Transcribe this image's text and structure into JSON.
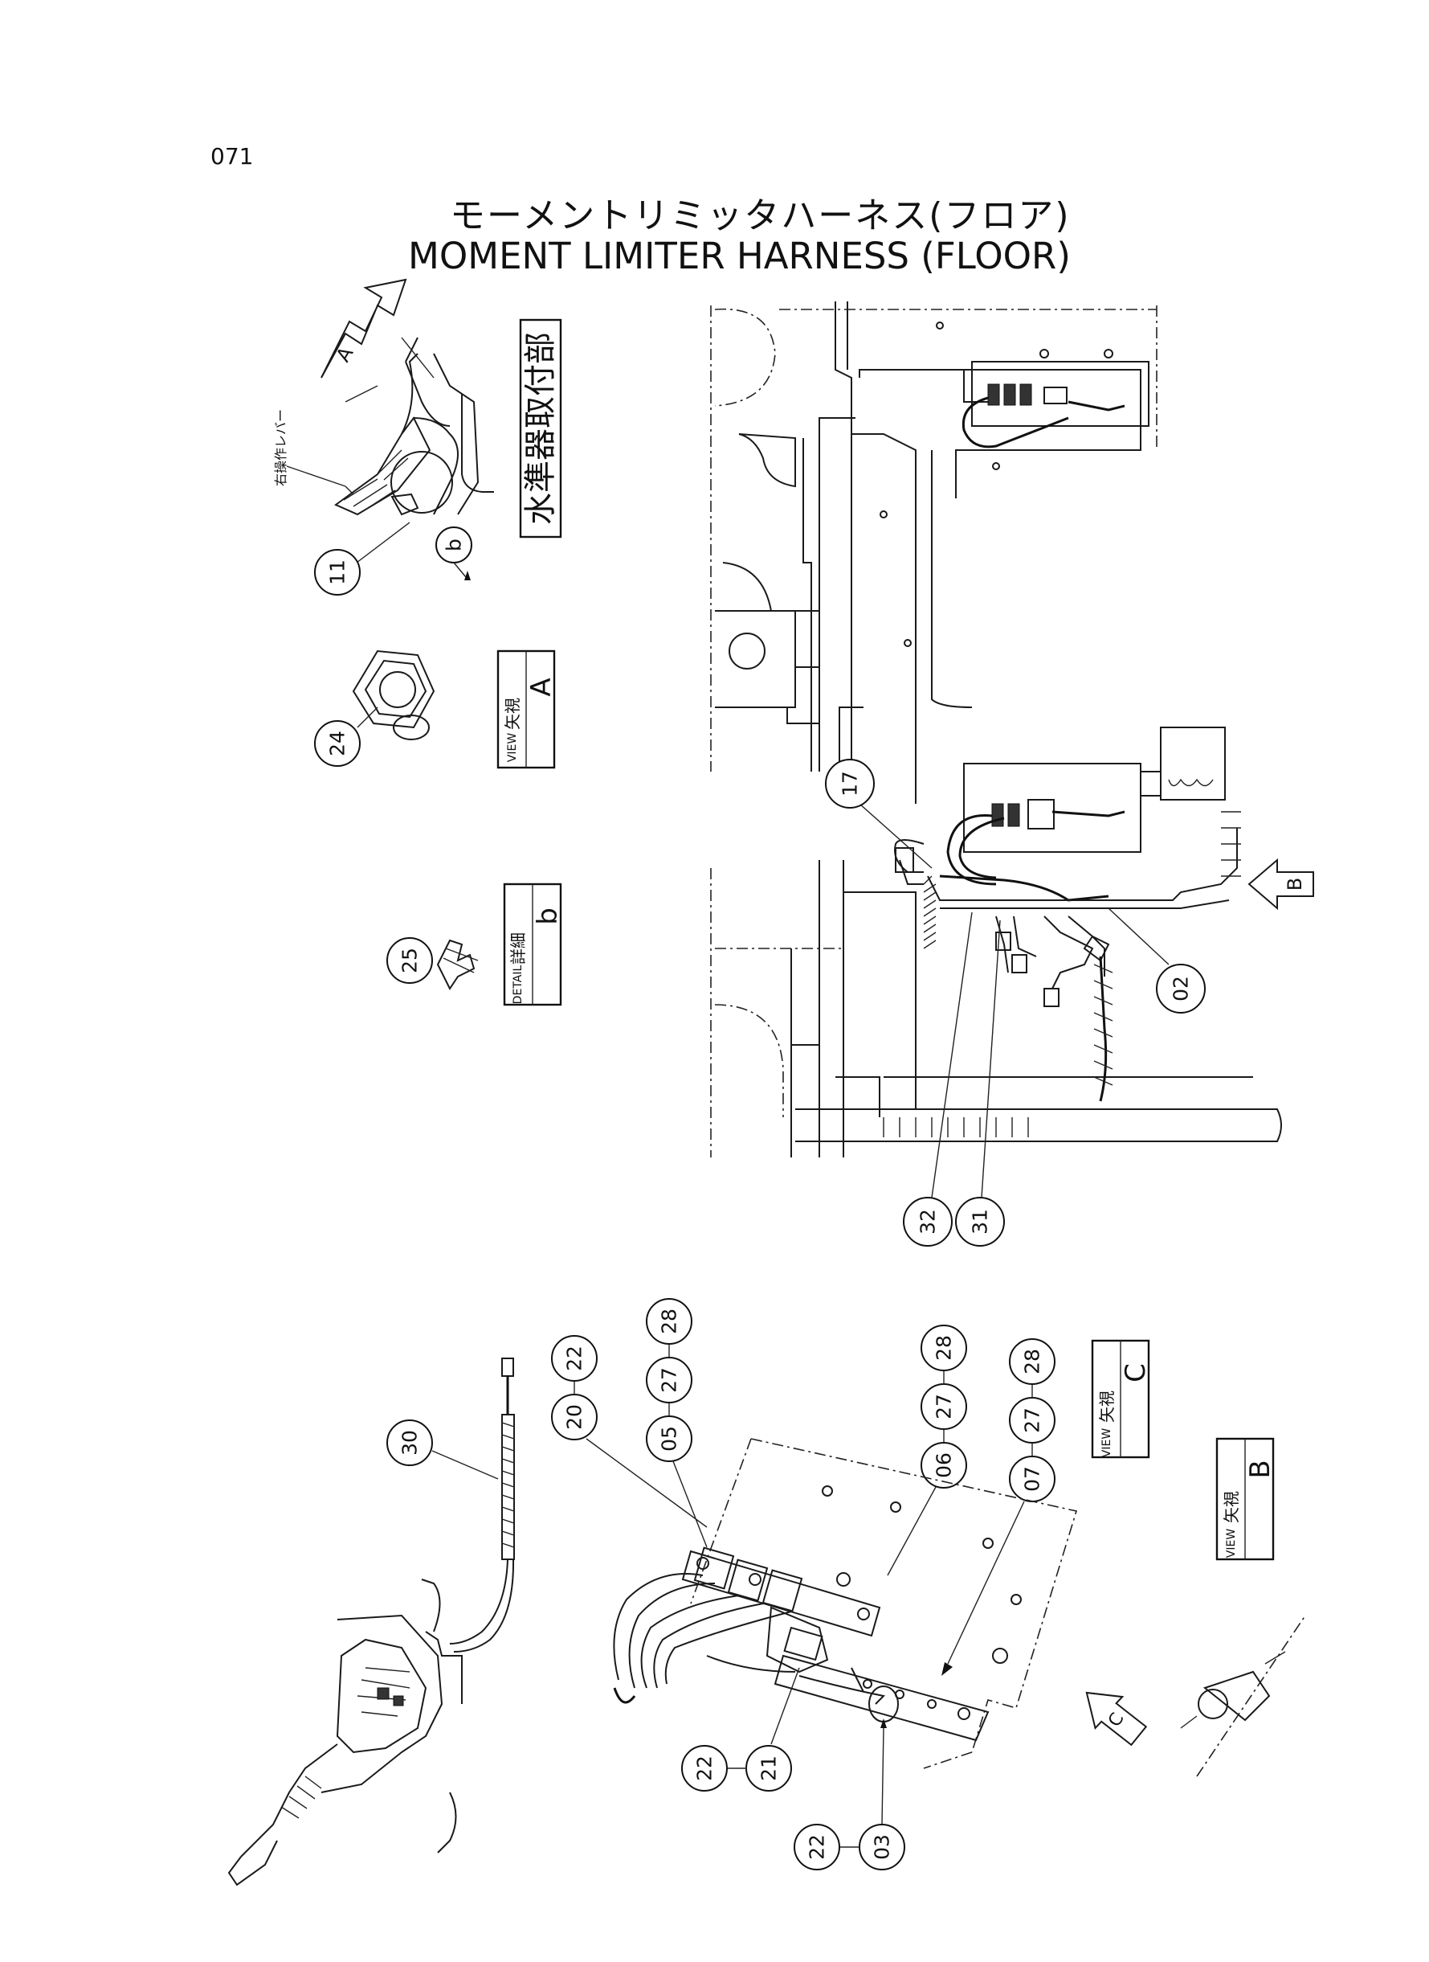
{
  "page_number": "071",
  "title_jp": "モーメントリミッタハーネス(フロア)",
  "title_en": "MOMENT  LIMITER  HARNESS  (FLOOR)",
  "callouts": {
    "c11": "11",
    "c24": "24",
    "c25": "25",
    "c17": "17",
    "c02": "02",
    "c32": "32",
    "c31": "31",
    "c30": "30",
    "c20": "20",
    "c22a": "22",
    "c05": "05",
    "c27a": "27",
    "c28a": "28",
    "c06": "06",
    "c27b": "27",
    "c28b": "28",
    "c07": "07",
    "c27c": "27",
    "c28c": "28",
    "c21": "21",
    "c22b": "22",
    "c03": "03",
    "c22c": "22"
  },
  "view_labels": {
    "view_a": {
      "jp": "矢視",
      "en": "VIEW",
      "letter": "A"
    },
    "detail_b": {
      "jp": "詳細",
      "en": "DETAIL",
      "letter": "b"
    },
    "view_c": {
      "jp": "矢視",
      "en": "VIEW",
      "letter": "C"
    },
    "view_b": {
      "jp": "矢視",
      "en": "VIEW",
      "letter": "B"
    }
  },
  "direction_arrows": {
    "a": "A",
    "b": "B",
    "c": "C",
    "detail_b": "b"
  },
  "notes": {
    "level_mount": "水準器取付部",
    "right_lever": "右操作レバー"
  }
}
